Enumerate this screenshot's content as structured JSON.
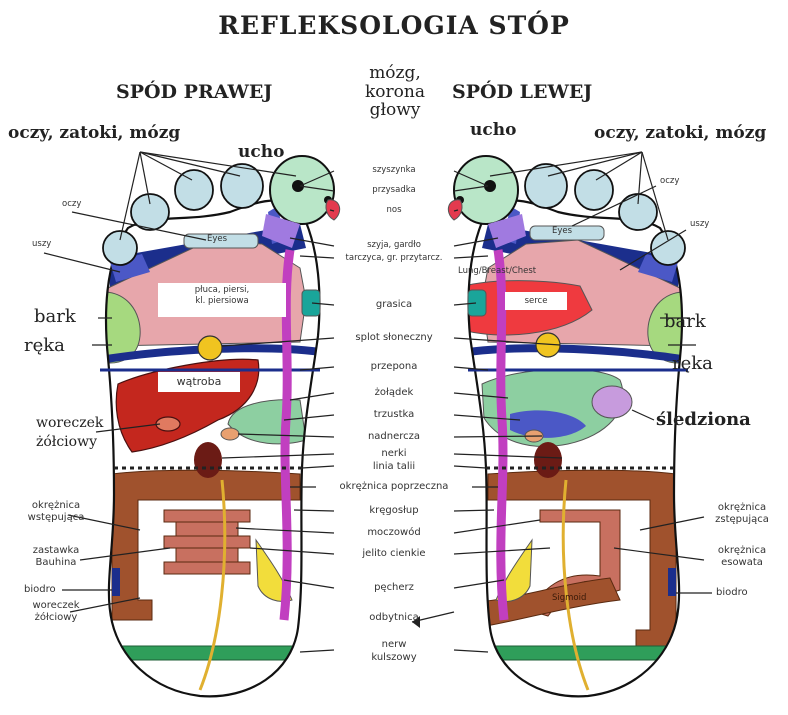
{
  "title": "REFLEKSOLOGIA STÓP",
  "headings": {
    "right_foot": "SPÓD PRAWEJ",
    "left_foot": "SPÓD LEWEJ"
  },
  "top_center": "mózg,\nkorona\ngłowy",
  "colors": {
    "toe": "#c2dee6",
    "big_toe": "#b9e6c8",
    "lung": "#e7a6ab",
    "heart": "#ef3a3f",
    "liver": "#c4271e",
    "stomach": "#8dcfa1",
    "colon": "#a0522d",
    "spine": "#c13fc0",
    "thymus": "#1aa59a",
    "solar": "#f0c420",
    "shoulder": "#a6d97f",
    "diaphragm": "#1b2e8c",
    "sciatic": "#2f9e5a",
    "bladder": "#f2dd3b",
    "kidney": "#6b1b15",
    "spleen": "#c79bdd"
  },
  "right_labels": {
    "eyes_sinus_brain": "oczy, zatoki, mózg",
    "ear": "ucho",
    "eyes": "oczy",
    "ears": "uszy",
    "eyes_band": "Eyes",
    "lungs_box": "płuca, piersi,\nkl. piersiowa",
    "shoulder": "bark",
    "arm": "ręka",
    "liver": "wątroba",
    "gallbladder": "woreczek\nżółciowy",
    "ascending_colon": "okrężnica\nwstępująca",
    "bauhin_valve": "zastawka\nBauhina",
    "hip": "biodro",
    "gallbladder_2": "woreczek\nżółciowy"
  },
  "left_labels": {
    "ear": "ucho",
    "eyes_sinus_brain": "oczy, zatoki, mózg",
    "eyes": "oczy",
    "ears": "uszy",
    "eyes_band": "Eyes",
    "lung_band": "Lung/Breast/Chest",
    "heart_box": "serce",
    "shoulder": "bark",
    "arm": "ręka",
    "spleen": "śledziona",
    "descending_colon": "okrężnica\nzstępująca",
    "sigmoid_colon": "okrężnica\nesowata",
    "hip": "biodro",
    "sigmoid_band": "Sigmoid"
  },
  "center_labels": [
    "szyszynka",
    "przysadka",
    "nos",
    "szyja, gardło",
    "tarczyca, gr. przytarcz.",
    "grasica",
    "splot słoneczny",
    "przepona",
    "żołądek",
    "trzustka",
    "nadnercza",
    "nerki",
    "linia talii",
    "okrężnica poprzeczna",
    "kręgosłup",
    "moczowód",
    "jelito cienkie",
    "pęcherz",
    "odbytnica",
    "nerw\nkulszowy"
  ]
}
